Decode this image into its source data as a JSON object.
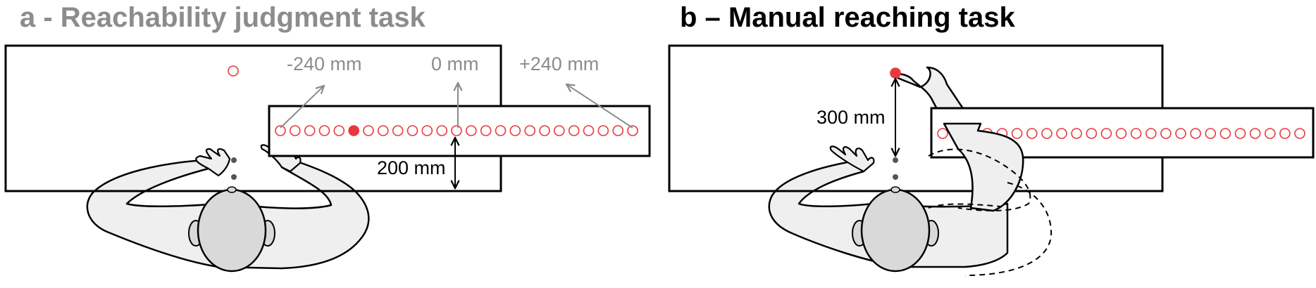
{
  "panel_a": {
    "title": "a - Reachability judgment task",
    "label_left": "-240 mm",
    "label_center": "0 mm",
    "label_right": "+240 mm",
    "label_distance": "200 mm",
    "target_count": 25,
    "filled_target_index": 5
  },
  "panel_b": {
    "title": "b – Manual reaching task",
    "label_distance": "300 mm",
    "target_count": 25
  },
  "colors": {
    "target_red": "#e8393f",
    "label_grey": "#8c8c8c",
    "outline": "#000000",
    "skin": "#efefef",
    "head": "#d9d9d9",
    "start_dot": "#555555"
  }
}
